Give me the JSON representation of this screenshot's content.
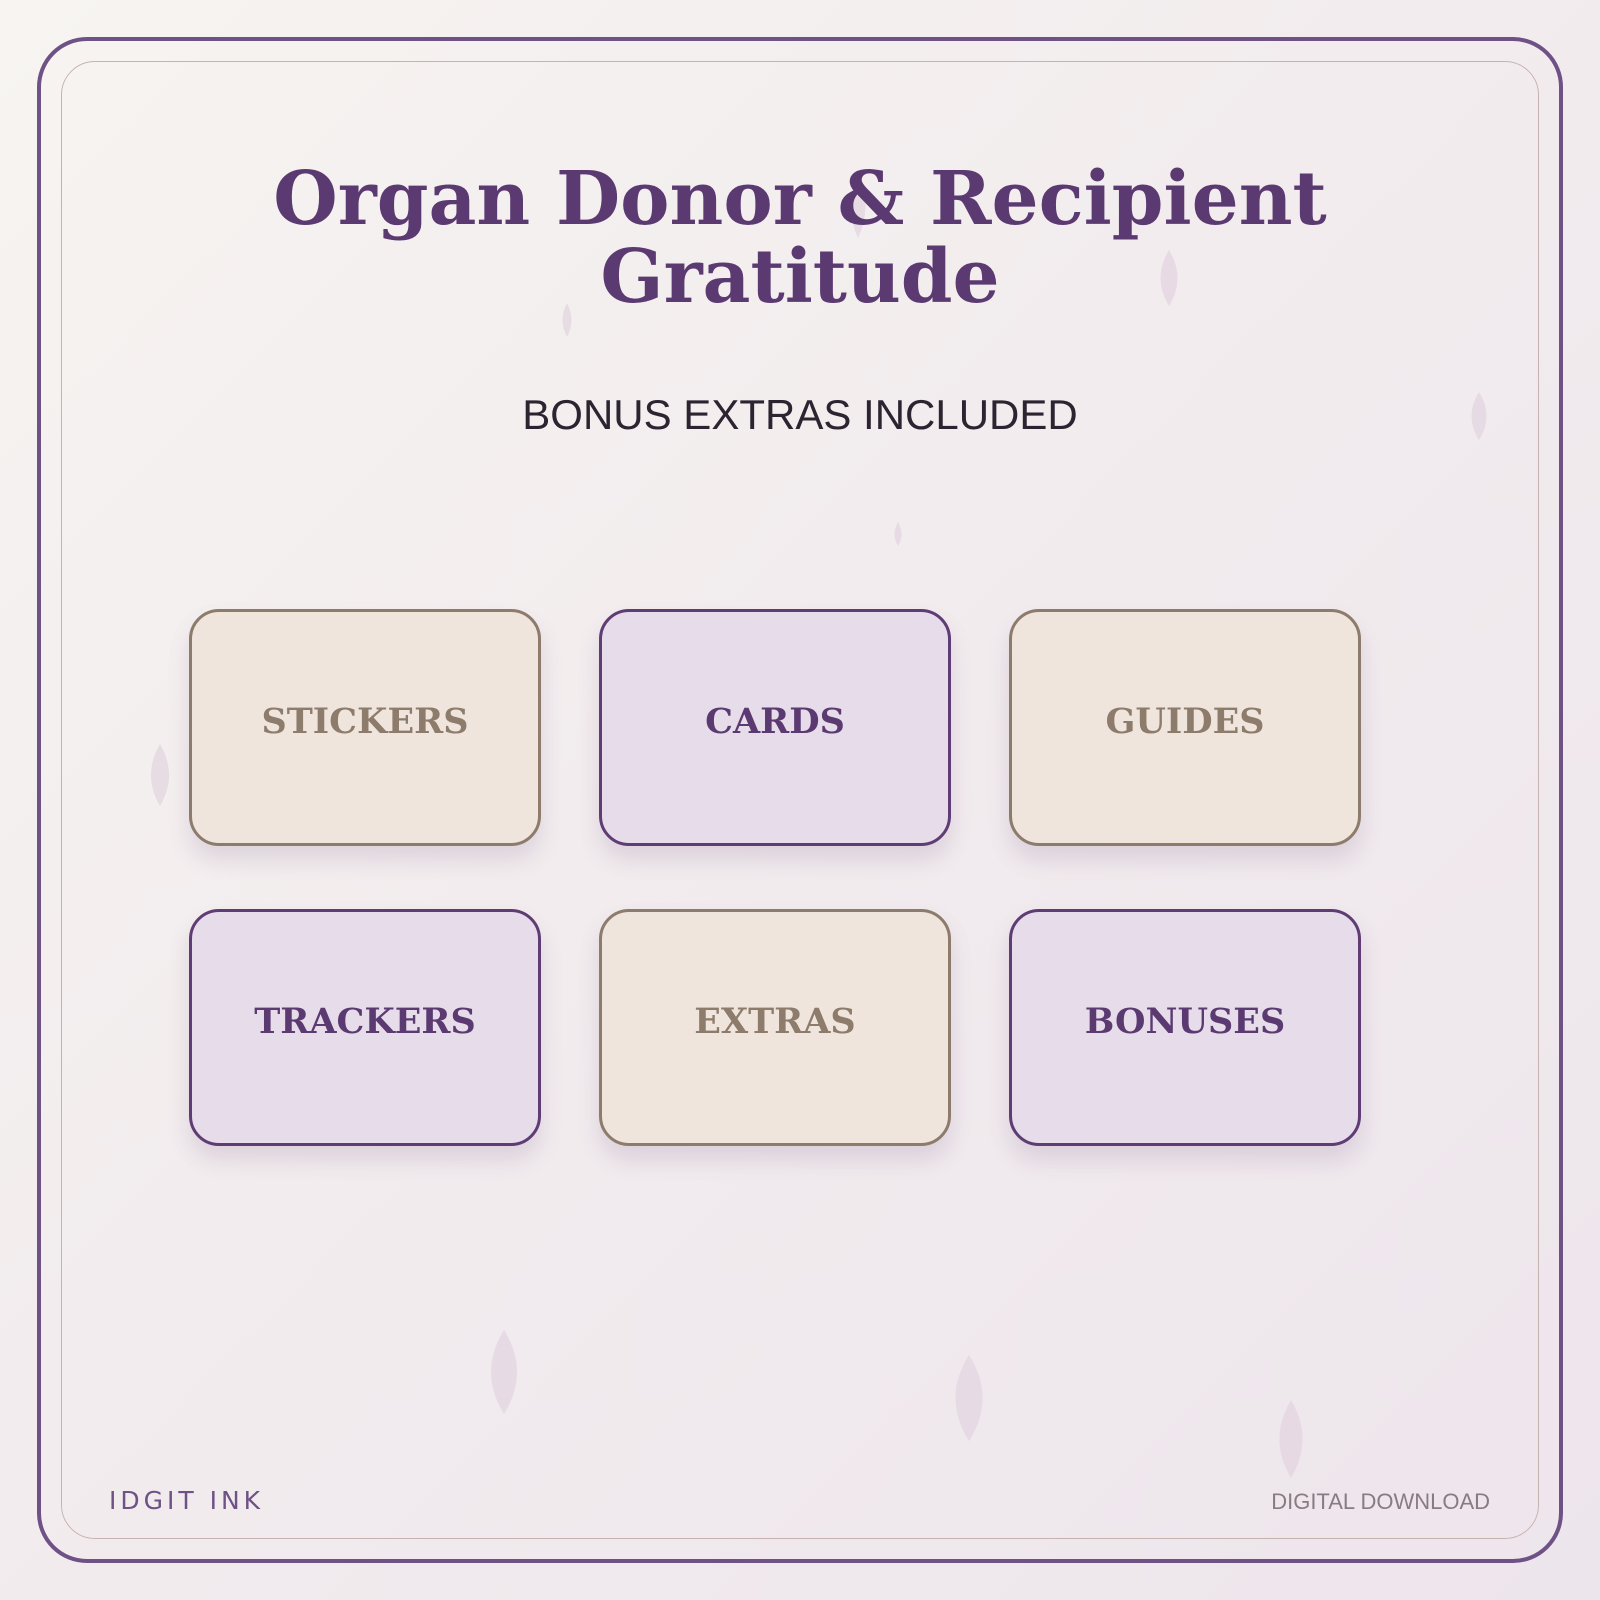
{
  "colors": {
    "frame": "#6e5185",
    "title": "#5b3a72",
    "card_tan_bg": "#efe5dd",
    "card_tan_border": "#8d7b6b",
    "card_purple_bg": "#e7dcea",
    "card_purple_border": "#5f3d74",
    "petal": "#e3d6e1"
  },
  "title": "Organ Donor & Recipient Gratitude",
  "subtitle": "BONUS EXTRAS INCLUDED",
  "cards": [
    {
      "label": "STICKERS",
      "style": "tan"
    },
    {
      "label": "CARDS",
      "style": "purple"
    },
    {
      "label": "GUIDES",
      "style": "tan"
    },
    {
      "label": "TRACKERS",
      "style": "purple"
    },
    {
      "label": "EXTRAS",
      "style": "tan"
    },
    {
      "label": "BONUSES",
      "style": "purple"
    }
  ],
  "footer": {
    "brand": "IDGIT INK",
    "download_label": "DIGITAL DOWNLOAD"
  },
  "decorations": {
    "icon": "petal-icon"
  }
}
